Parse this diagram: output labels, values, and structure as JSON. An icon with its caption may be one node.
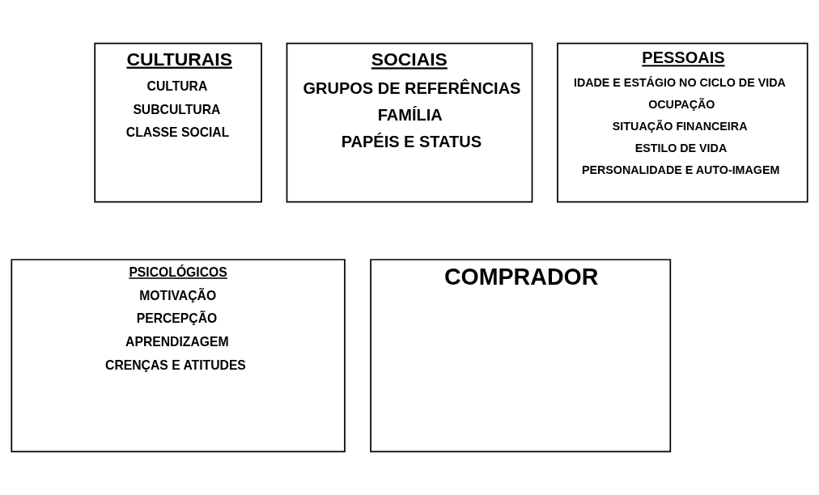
{
  "diagram": {
    "nodes": [
      {
        "text": [
          "CULTURAIS",
          "CULTURA",
          "SUBCULTURA",
          "CLASSE SOCIAL"
        ]
      },
      {
        "text": [
          "SOCIAIS",
          "GRUPOS DE REFERÊNCIAS",
          "FAMÍLIA",
          "PAPÉIS E STATUS"
        ]
      },
      {
        "text": [
          "PESSOAIS",
          "IDADE E ESTÁGIO NO CICLO DE VIDA",
          "OCUPAÇÃO",
          "SITUAÇÃO FINANCEIRA",
          "ESTILO DE VIDA",
          "PERSONALIDADE E AUTO-IMAGEM"
        ]
      },
      {
        "text": [
          "PSICOLÓGICOS",
          "MOTIVAÇÃO",
          "PERCEPÇÃO",
          "APRENDIZAGEM",
          "CRENÇAS E ATITUDES"
        ]
      },
      {
        "text": [
          "COMPRADOR"
        ]
      }
    ],
    "edges": []
  }
}
